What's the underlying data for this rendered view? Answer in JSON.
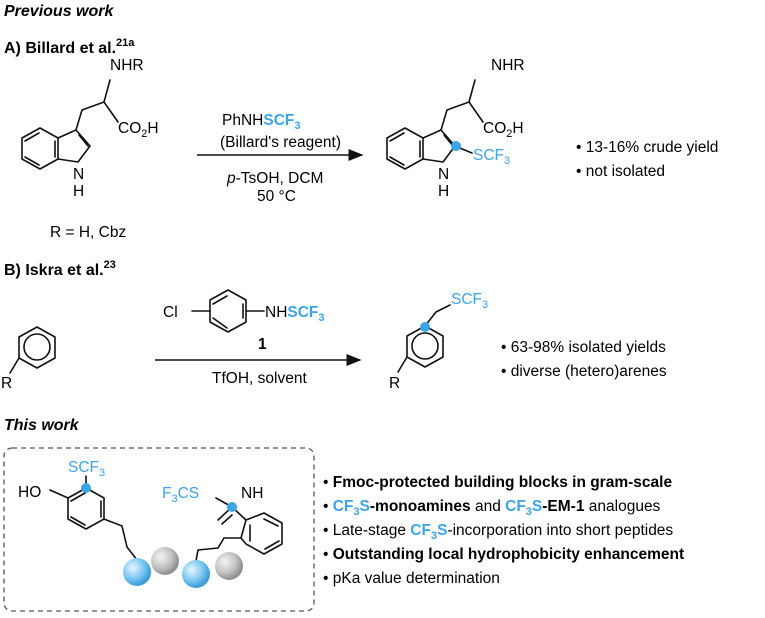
{
  "colors": {
    "accent": "#3ba4e8",
    "text": "#111111",
    "sphere_blue": "#7cc8f2",
    "sphere_grey": "#bdbdbd"
  },
  "header_previous": "Previous work",
  "sectionA": {
    "title": "A) Billard et al.",
    "ref": "21a",
    "start_nhr": "NHR",
    "start_co2h": "CO2H",
    "start_nh": "N",
    "start_h": "H",
    "r_def": "R = H, Cbz",
    "reagent_prefix": "PhNH",
    "reagent_blue": "SCF3",
    "reagent_name": "(Billard's reagent)",
    "cond1": "-TsOH, DCM",
    "cond1_italic": "p",
    "cond2": "50 °C",
    "product_nhr": "NHR",
    "product_co2h": "CO2H",
    "product_scf3": "SCF3",
    "product_nh": "N",
    "product_h": "H",
    "bullets": [
      "• 13-16% crude yield",
      "• not isolated"
    ]
  },
  "sectionB": {
    "title": "B) Iskra et al.",
    "ref": "23",
    "cl": "Cl",
    "nh": "NH",
    "reagent_blue": "SCF3",
    "compound_num": "1",
    "conditions": "TfOH, solvent",
    "r_label": "R",
    "product_scf3": "SCF3",
    "product_r": "R",
    "bullets": [
      "• 63-98% isolated yields",
      "• diverse (hetero)arenes"
    ]
  },
  "header_this": "This work",
  "thiswork": {
    "ho": "HO",
    "scf3": "SCF3",
    "f3cs": "F3CS",
    "nh": "NH",
    "bullets": [
      {
        "pre": "• ",
        "blue": "",
        "bold": "Fmoc-protected building blocks in gram-scale",
        "rest": ""
      },
      {
        "pre": "• ",
        "blue": "CF3S",
        "bold": "-monoamines",
        "mid": " and ",
        "blue2": "CF3S",
        "bold2": "-EM-1",
        "rest": " analogues"
      },
      {
        "pre": "• Late-stage ",
        "blue": "CF3S",
        "rest": "-incorporation into short peptides"
      },
      {
        "pre": "• ",
        "bold": "Outstanding local hydrophobicity enhancement"
      },
      {
        "pre": "• ",
        "rest": "pKa value determination"
      }
    ]
  }
}
